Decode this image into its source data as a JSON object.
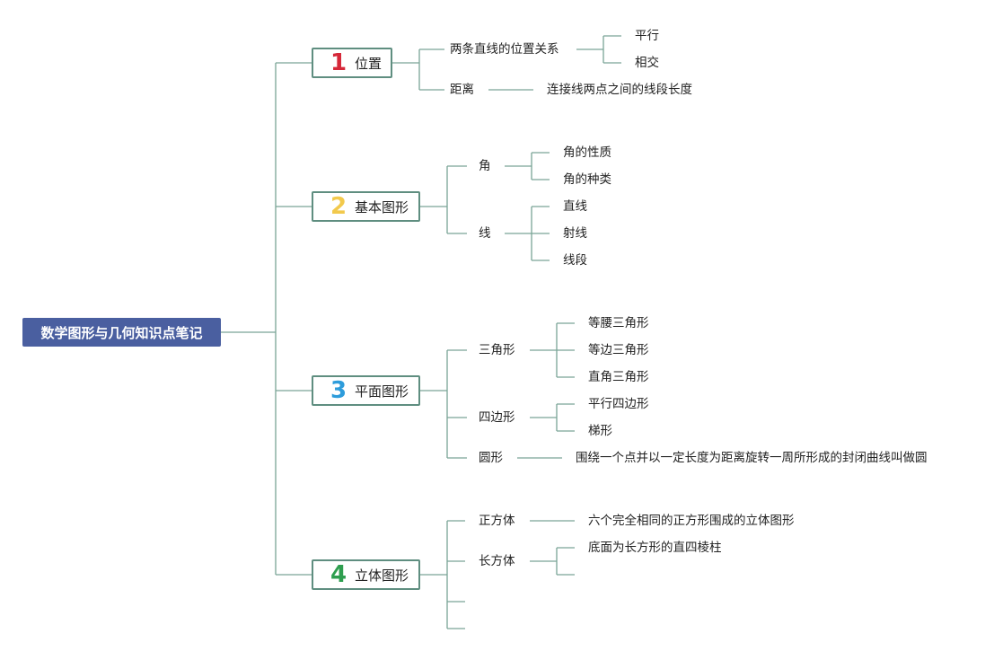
{
  "root": "数学图形与几何知识点笔记",
  "colors": {
    "root_bg": "#4a5fa0",
    "line": "#7aa596",
    "border": "#5f8e80",
    "n1": "#d62839",
    "n2": "#f2c94c",
    "n3": "#2d9cdb",
    "n4": "#2e9e4f"
  },
  "branches": [
    {
      "num": "1",
      "label": "位置"
    },
    {
      "num": "2",
      "label": "基本图形"
    },
    {
      "num": "3",
      "label": "平面图形"
    },
    {
      "num": "4",
      "label": "立体图形"
    }
  ],
  "nodes": {
    "b1": {
      "a": "两条直线的位置关系",
      "a1": "平行",
      "a2": "相交",
      "b": "距离",
      "b1": "连接线两点之间的线段长度"
    },
    "b2": {
      "a": "角",
      "a1": "角的性质",
      "a2": "角的种类",
      "b": "线",
      "b1": "直线",
      "b2": "射线",
      "b3": "线段"
    },
    "b3": {
      "a": "三角形",
      "a1": "等腰三角形",
      "a2": "等边三角形",
      "a3": "直角三角形",
      "b": "四边形",
      "b1": "平行四边形",
      "b2": "梯形",
      "c": "圆形",
      "c1": "围绕一个点并以一定长度为距离旋转一周所形成的封闭曲线叫做圆"
    },
    "b4": {
      "a": "正方体",
      "a1": "六个完全相同的正方形围成的立体图形",
      "b": "长方体",
      "b1": "底面为长方形的直四棱柱"
    }
  }
}
